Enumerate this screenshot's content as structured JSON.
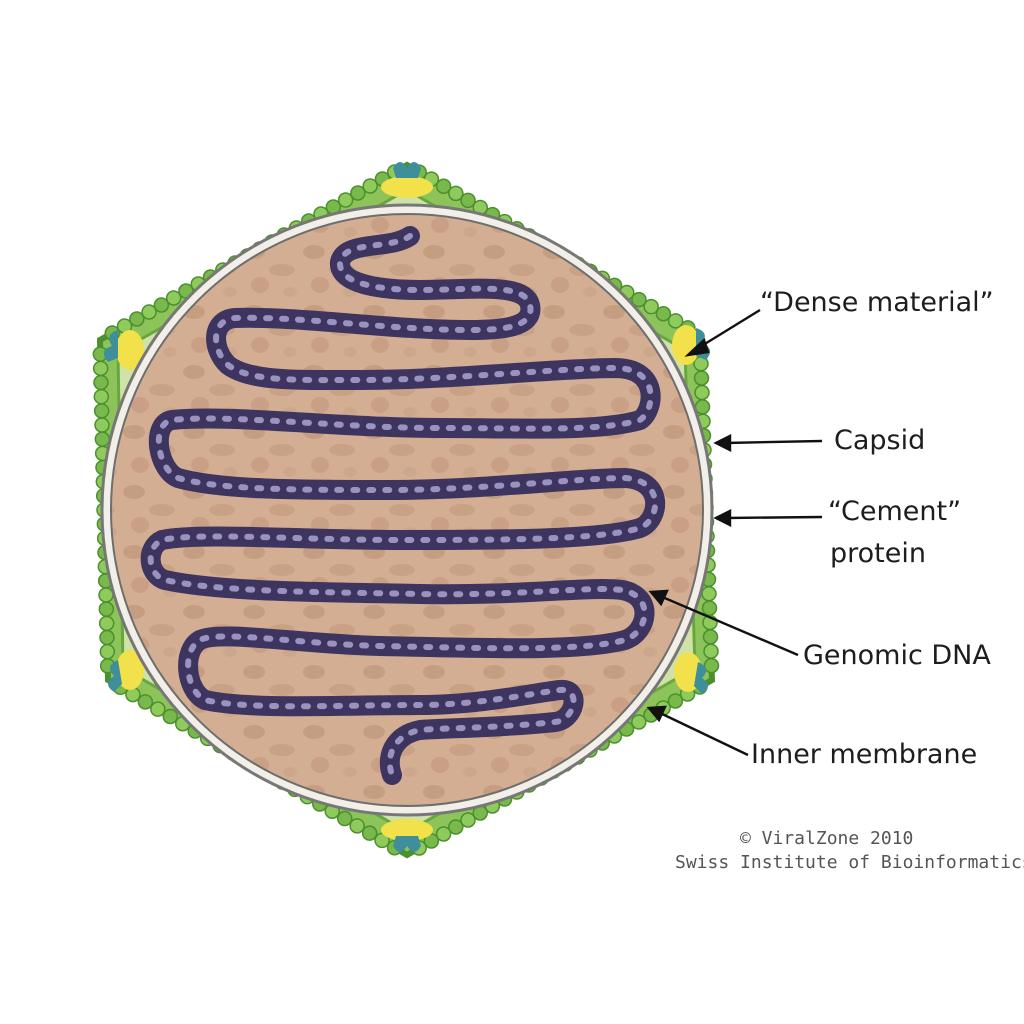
{
  "labels": {
    "dense_material": "“Dense material”",
    "capsid": "Capsid",
    "cement_line1": "“Cement”",
    "cement_line2": "protein",
    "genomic_dna": "Genomic DNA",
    "inner_membrane": "Inner membrane"
  },
  "credit": {
    "line1": "© ViralZone 2010",
    "line2": "Swiss Institute of Bioinformatics"
  },
  "colors": {
    "capsid_green": "#79b84a",
    "capsid_dark": "#4c8f2e",
    "vertex_teal": "#3f8f9a",
    "vertex_yellow": "#f2e14a",
    "core_fill": "#d2ab8f",
    "core_mottle": "#b98d72",
    "membrane": "#8c8c8c",
    "dna": "#3d3560",
    "dna_light": "#9a92bf"
  },
  "icons": [
    "adenovirus-virion-icon"
  ]
}
